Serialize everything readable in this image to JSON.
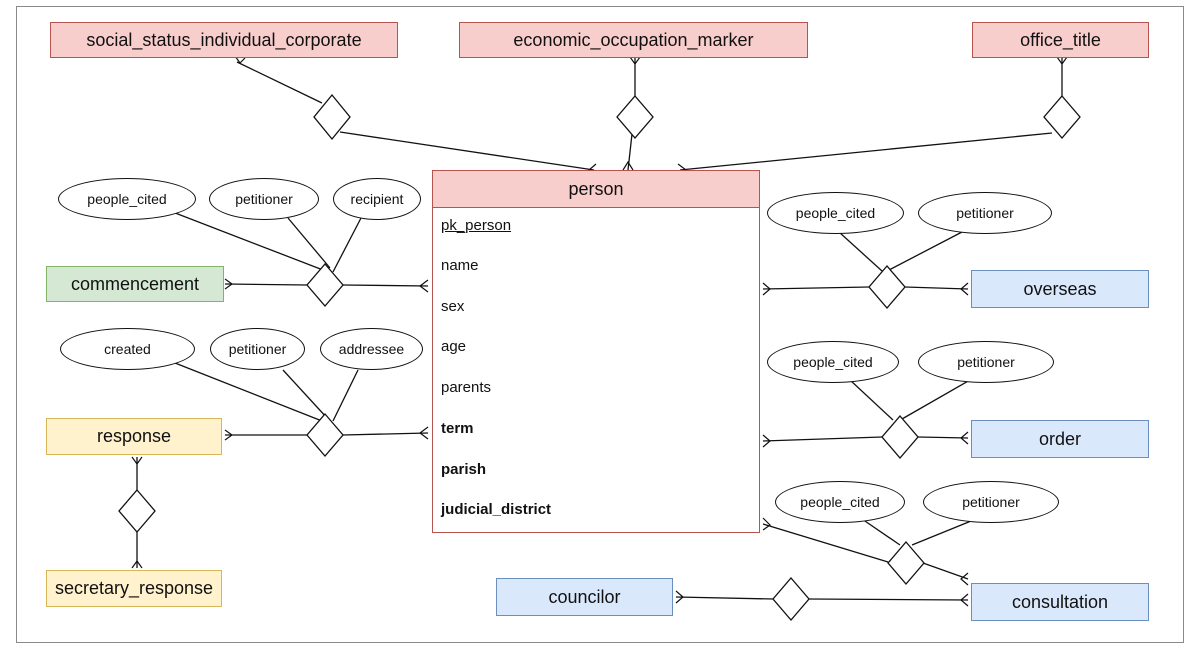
{
  "entities": {
    "social_status": "social_status_individual_corporate",
    "economic_occupation": "economic_occupation_marker",
    "office_title": "office_title",
    "commencement": "commencement",
    "response": "response",
    "secretary_response": "secretary_response",
    "overseas": "overseas",
    "order": "order",
    "consultation": "consultation",
    "councilor": "councilor"
  },
  "person": {
    "title": "person",
    "fields": [
      "pk_person",
      "name",
      "sex",
      "age",
      "parents",
      "term",
      "parish",
      "judicial_district"
    ]
  },
  "attributes": {
    "people_cited": "people_cited",
    "petitioner": "petitioner",
    "recipient": "recipient",
    "created": "created",
    "addressee": "addressee"
  },
  "colors": {
    "red_fill": "#f8cecc",
    "red_stroke": "#b85450",
    "green_fill": "#d5e8d4",
    "green_stroke": "#82b366",
    "yellow_fill": "#fff2cc",
    "yellow_stroke": "#d6b656",
    "blue_fill": "#dae8fc",
    "blue_stroke": "#6c8ebf"
  }
}
